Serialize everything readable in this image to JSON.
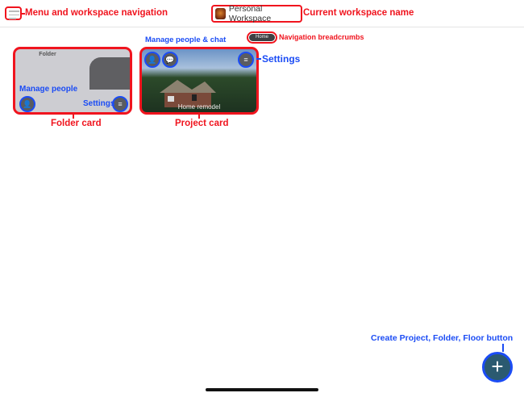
{
  "header": {
    "menu_icon": "hamburger-icon",
    "workspace_name": "Personal Workspace"
  },
  "breadcrumbs": [
    "Home"
  ],
  "cards": {
    "folder": {
      "label": "Folder"
    },
    "project": {
      "title": "Home remodel"
    }
  },
  "annotations": {
    "menu": "Menu and workspace navigation",
    "workspace": "Current workspace name",
    "breadcrumbs": "Navigation breadcrumbs",
    "folder_manage_people": "Manage people",
    "folder_settings": "Settings",
    "folder_card": "Folder card",
    "project_manage": "Manage people & chat",
    "project_settings": "Settings",
    "project_card": "Project card",
    "create": "Create Project, Folder, Floor button"
  },
  "colors": {
    "annotation_red": "#f0141e",
    "annotation_blue": "#1b4cf5",
    "fab": "#2b5a70"
  }
}
